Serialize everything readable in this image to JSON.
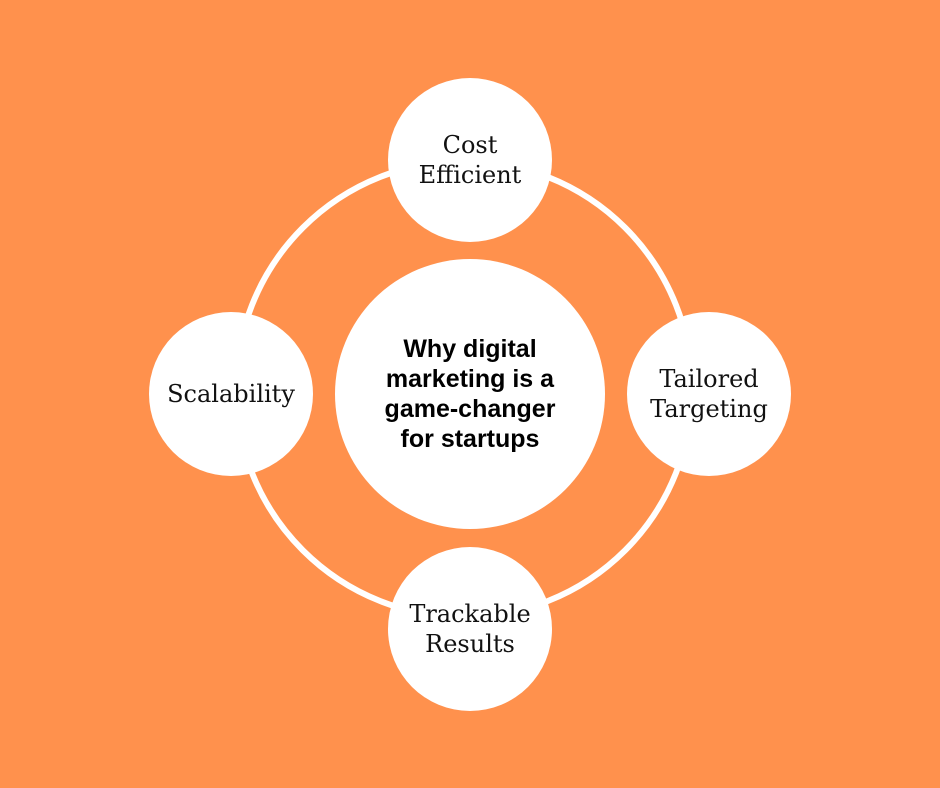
{
  "center": {
    "title": "Why digital marketing is a game-changer for startups"
  },
  "nodes": {
    "top": {
      "line1": "Cost",
      "line2": "Efficient"
    },
    "right": {
      "line1": "Tailored",
      "line2": "Targeting"
    },
    "bottom": {
      "line1": "Trackable",
      "line2": "Results"
    },
    "left": {
      "line1": "Scalability"
    }
  },
  "colors": {
    "background": "#FF914D",
    "circle": "#FFFFFF"
  }
}
